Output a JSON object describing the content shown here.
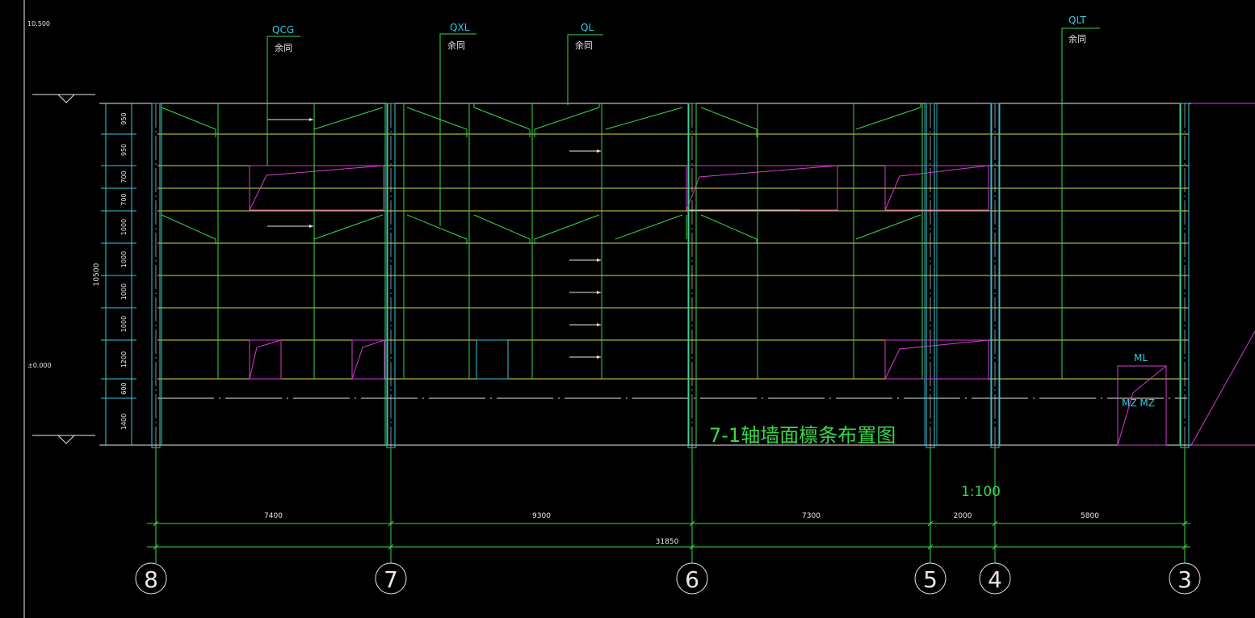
{
  "drawing": {
    "title": "7-1轴墙面檩条布置图",
    "scale": "1:100",
    "elevation_top": "10.500",
    "elevation_zero": "±0.000",
    "total_height": "10500",
    "callouts": [
      {
        "tag": "QCG",
        "note": "余同"
      },
      {
        "tag": "QXL",
        "note": "余同"
      },
      {
        "tag": "QL",
        "note": "余同"
      },
      {
        "tag": "QLT",
        "note": "余同"
      }
    ],
    "door": {
      "tag": "ML",
      "labels": "MZ MZ"
    },
    "height_dims": [
      "950",
      "950",
      "700",
      "700",
      "1000",
      "1000",
      "1000",
      "1000",
      "1200",
      "600",
      "1400"
    ],
    "span_dims": [
      "7400",
      "9300",
      "7300",
      "2000",
      "5800"
    ],
    "total_span": "31850",
    "axes": [
      "8",
      "7",
      "6",
      "5",
      "4",
      "3"
    ]
  },
  "colors": {
    "background": "#000000",
    "white": "#e8e8e8",
    "cyan": "#36c8e0",
    "green": "#39d84a",
    "yellow": "#d8d84a",
    "magenta": "#d63bd6"
  }
}
